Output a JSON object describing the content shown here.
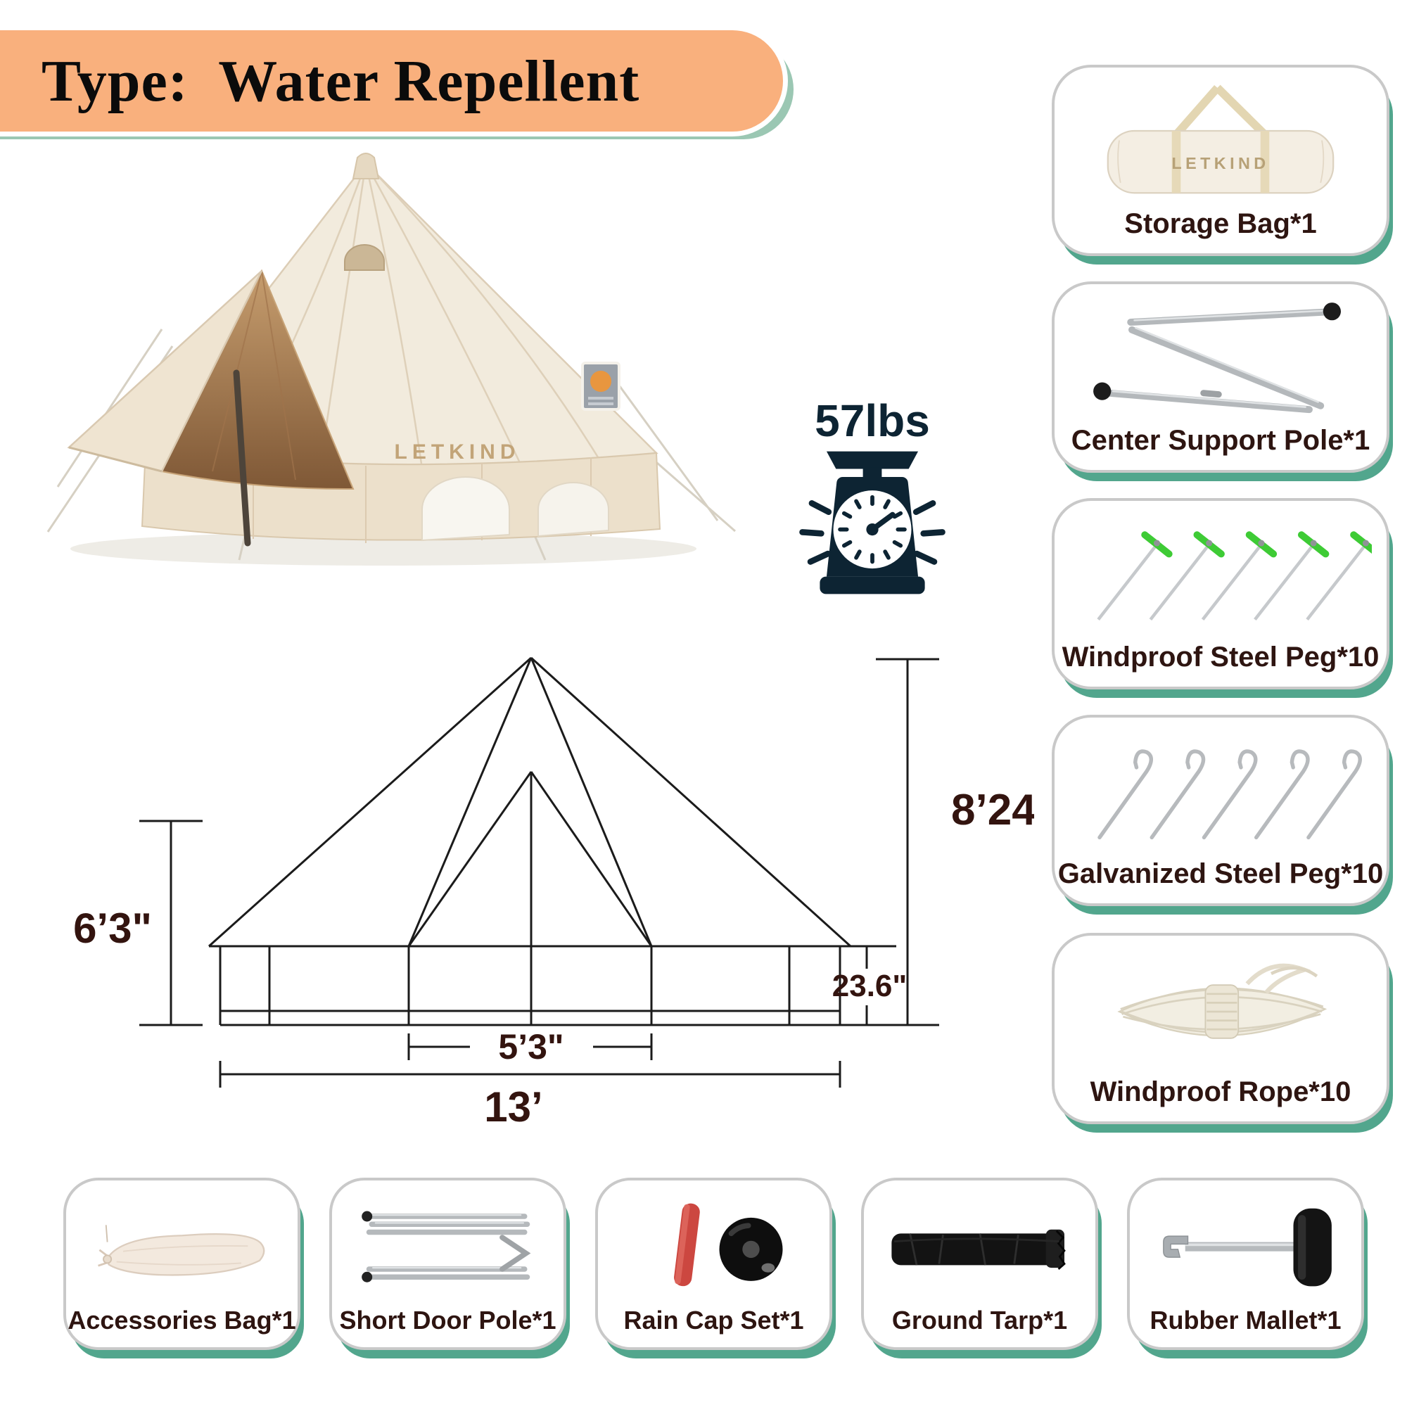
{
  "banner": {
    "title": "Type:  Water Repellent"
  },
  "brand": "LETKIND",
  "weight": {
    "label": "57lbs"
  },
  "diagram": {
    "total_height": "8’24\"",
    "side_height": "6’3\"",
    "wall_height": "23.6\"",
    "door_width": "5’3\"",
    "diameter": "13’"
  },
  "accessories_right": [
    {
      "label": "Storage Bag*1",
      "icon": "storage-bag"
    },
    {
      "label": "Center Support Pole*1",
      "icon": "center-support-pole"
    },
    {
      "label": "Windproof Steel Peg*10",
      "icon": "windproof-steel-pegs"
    },
    {
      "label": "Galvanized Steel Peg*10",
      "icon": "galvanized-steel-pegs"
    },
    {
      "label": "Windproof Rope*10",
      "icon": "windproof-rope-coil"
    }
  ],
  "accessories_bottom": [
    {
      "label": "Accessories Bag*1",
      "icon": "accessories-bag"
    },
    {
      "label": "Short Door Pole*1",
      "icon": "short-door-poles"
    },
    {
      "label": "Rain Cap Set*1",
      "icon": "rain-cap-set"
    },
    {
      "label": "Ground Tarp*1",
      "icon": "ground-tarp"
    },
    {
      "label": "Rubber Mallet*1",
      "icon": "rubber-mallet"
    }
  ],
  "colors": {
    "banner_orange": "#F9B07D",
    "banner_shadow_green": "#9BC7B3",
    "card_shadow_teal": "#52A68D",
    "card_border_gray": "#C9C9C9",
    "label_brown": "#2E1511",
    "dimension_maroon": "#33140F",
    "diagram_line_black": "#1B1B1B",
    "scale_navy": "#0D2433",
    "peg_green": "#3ECB35",
    "rain_cap_red": "#CC4740",
    "tent_cream": "#F2EBDD"
  }
}
